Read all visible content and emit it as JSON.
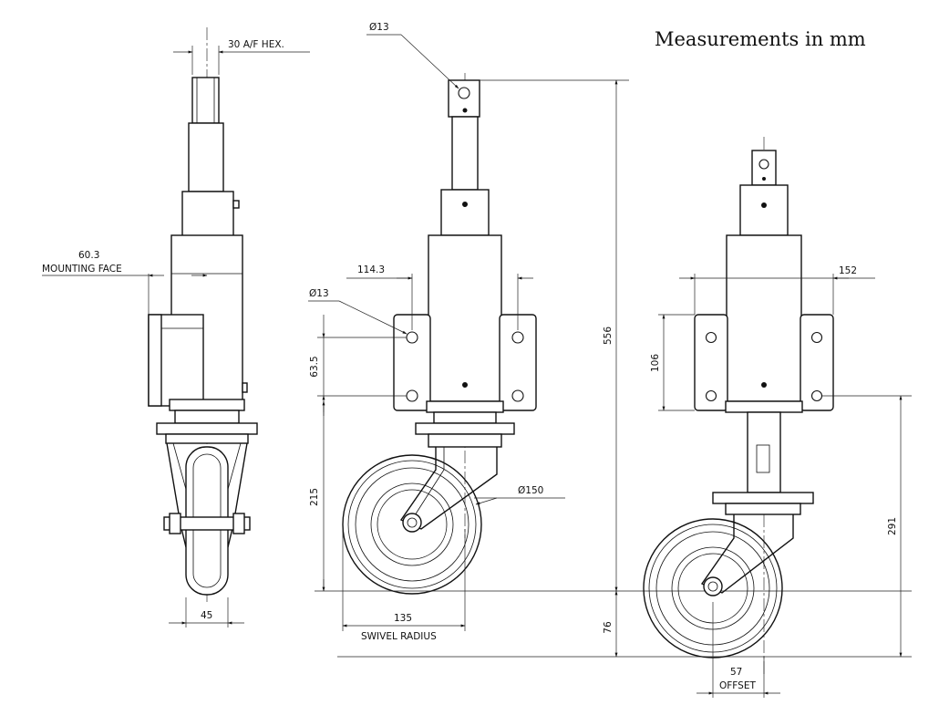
{
  "title": "Measurements in mm",
  "dimensions": {
    "hex": "30 A/F HEX.",
    "mounting_face_value": "60.3",
    "mounting_face_label": "MOUNTING FACE",
    "side_width": "45",
    "pin_hole": "Ø13",
    "plate_width": "114.3",
    "plate_hole": "Ø13",
    "hole_spacing_v": "63.5",
    "lower_height": "215",
    "wheel_dia": "Ø150",
    "swivel_value": "135",
    "swivel_label": "SWIVEL RADIUS",
    "total_height": "556",
    "ground_gap": "76",
    "plate_width_r": "152",
    "hole_spacing_r": "106",
    "height_r": "291",
    "offset_value": "57",
    "offset_label": "OFFSET"
  }
}
